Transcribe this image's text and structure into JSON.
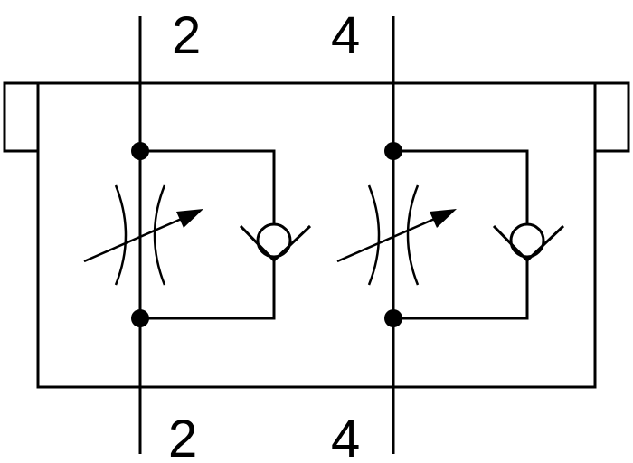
{
  "ports": {
    "top_left": "2",
    "top_right": "4",
    "bottom_left": "2",
    "bottom_right": "4"
  },
  "icons": [
    "adjustable-throttle-icon",
    "check-valve-icon",
    "junction-dot-icon"
  ],
  "colors": {
    "line": "#000000",
    "background": "#ffffff"
  }
}
